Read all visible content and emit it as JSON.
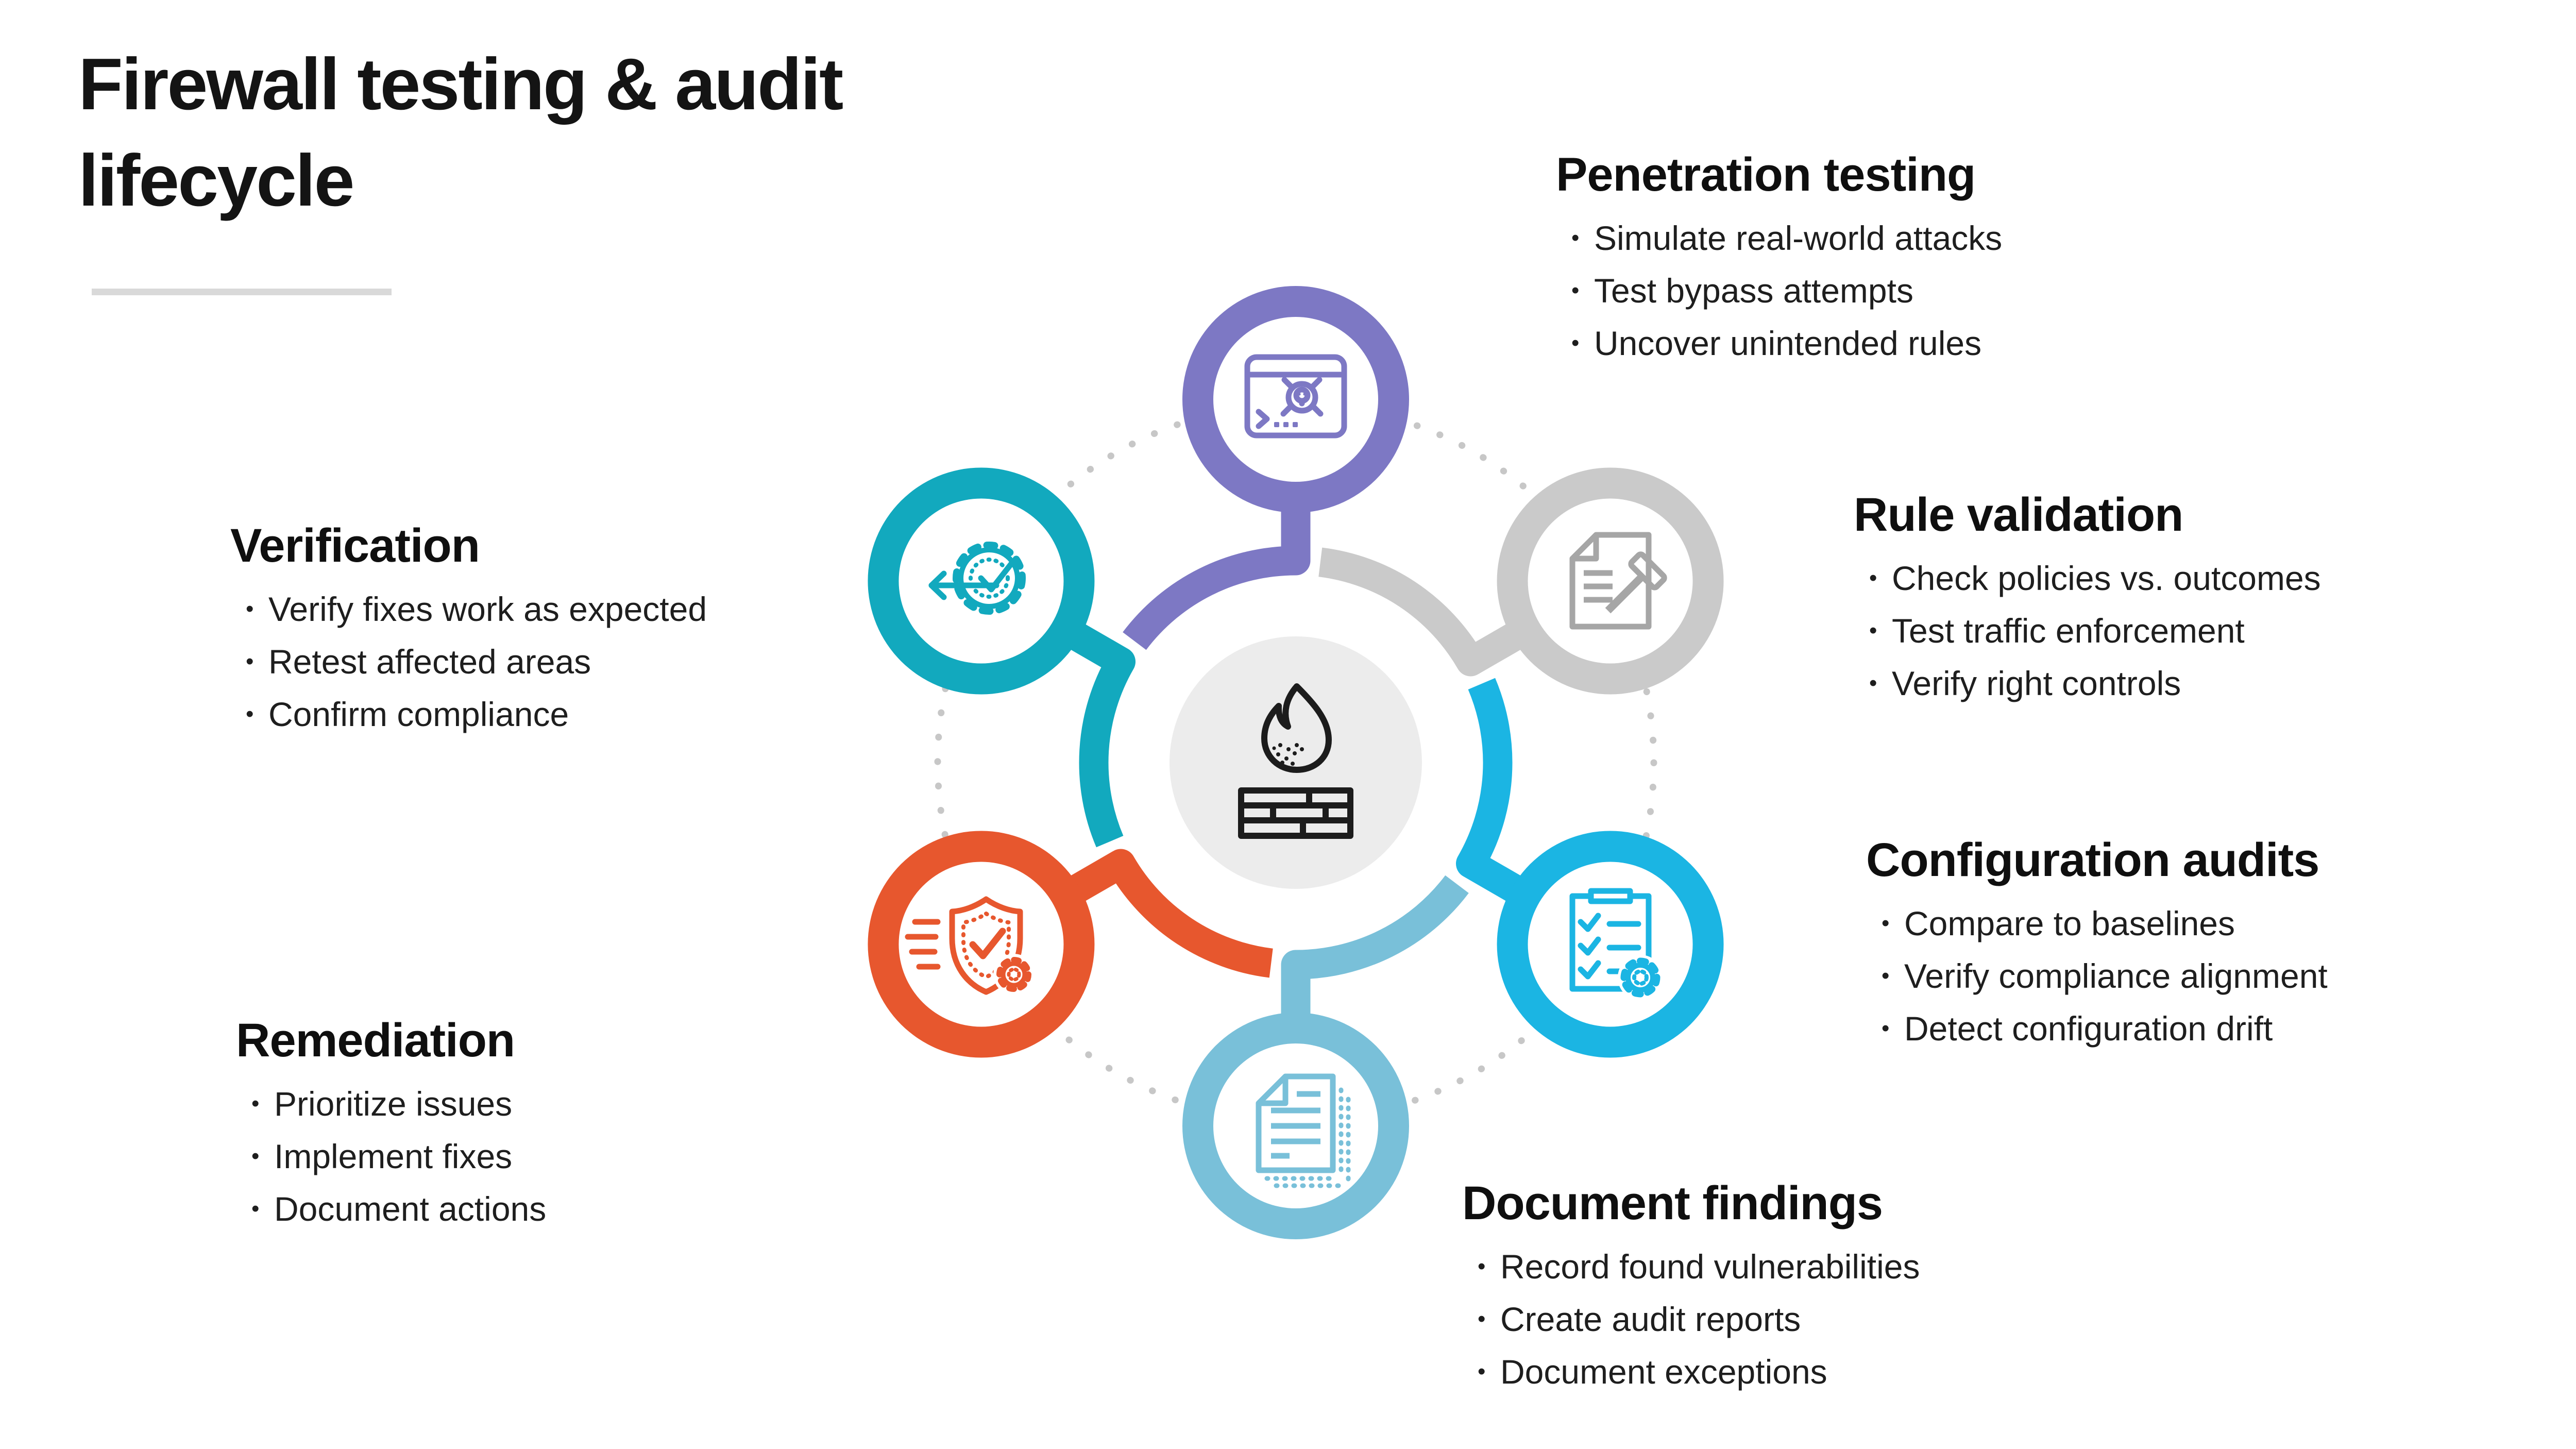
{
  "title": "Firewall testing & audit lifecycle",
  "decor": {
    "background": "#FFFFFF",
    "title_color": "#141414",
    "text_color": "#1E1E1E",
    "underline_color": "#D9D9D9",
    "dotted_circle_color": "#C7C7C7"
  },
  "center": {
    "icon": "firewall-flame-brick-wall",
    "fill": "#ECECEC",
    "icon_color": "#1C1C1C"
  },
  "sections": [
    {
      "id": "penetration-testing",
      "heading": "Penetration testing",
      "bullets": [
        "Simulate real-world attacks",
        "Test bypass attempts",
        "Uncover unintended rules"
      ],
      "color": "#7D78C4",
      "icon_color": "#7D78C4",
      "icon": "terminal-bug"
    },
    {
      "id": "rule-validation",
      "heading": "Rule validation",
      "bullets": [
        "Check policies vs. outcomes",
        "Test traffic enforcement",
        "Verify right controls"
      ],
      "color": "#CACACA",
      "icon_color": "#A6A6A6",
      "icon": "document-gavel"
    },
    {
      "id": "configuration-audits",
      "heading": "Configuration audits",
      "bullets": [
        "Compare to baselines",
        "Verify compliance alignment",
        "Detect configuration drift"
      ],
      "color": "#1BB5E3",
      "icon_color": "#1BB5E3",
      "icon": "checklist-gear"
    },
    {
      "id": "document-findings",
      "heading": "Document findings",
      "bullets": [
        "Record found vulnerabilities",
        "Create audit reports",
        "Document exceptions"
      ],
      "color": "#79C0D9",
      "icon_color": "#79C0D9",
      "icon": "document-copy"
    },
    {
      "id": "remediation",
      "heading": "Remediation",
      "bullets": [
        "Prioritize issues",
        "Implement fixes",
        "Document actions"
      ],
      "color": "#E7572E",
      "icon_color": "#E7572E",
      "icon": "shield-check-gear"
    },
    {
      "id": "verification",
      "heading": "Verification",
      "bullets": [
        "Verify fixes work as expected",
        "Retest affected areas",
        "Confirm compliance"
      ],
      "color": "#12A9BE",
      "icon_color": "#12A9BE",
      "icon": "gear-check-arrow"
    }
  ]
}
